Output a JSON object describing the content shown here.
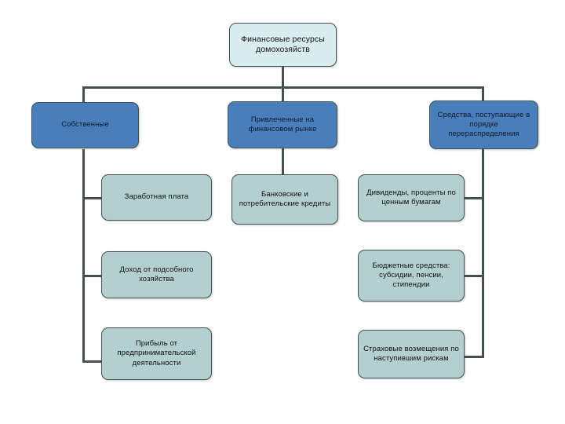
{
  "diagram": {
    "title_box": {
      "label": "Финансовые ресурсы домохозяйств"
    },
    "branches": [
      {
        "key": "own",
        "label": "Собственные",
        "children": [
          {
            "key": "salary",
            "label": "Заработная плата"
          },
          {
            "key": "subsidiary-farm-income",
            "label": "Доход от подсобного хозяйства"
          },
          {
            "key": "entrepreneurial-profit",
            "label": "Прибыль от предпринимательской деятельности"
          }
        ]
      },
      {
        "key": "raised-on-financial-market",
        "label": "Привлеченные на финансовом рынке",
        "children": [
          {
            "key": "bank-and-consumer-credits",
            "label": "Банковские и потребительские кредиты"
          }
        ]
      },
      {
        "key": "redistribution-funds",
        "label": "Средства, поступающие в порядке перераспределения",
        "children": [
          {
            "key": "dividends-securities-interest",
            "label": "Дивиденды, проценты по ценным бумагам"
          },
          {
            "key": "budget-funds",
            "label": "Бюджетные средства: субсидии, пенсии, стипендии"
          },
          {
            "key": "insurance-compensation",
            "label": "Страховые возмещения по наступившим рискам"
          }
        ]
      }
    ],
    "colors": {
      "root_fill": "#D9EDF0",
      "level1_fill": "#4A7EBB",
      "leaf_fill": "#B4CFD0",
      "connector": "#44514E",
      "border": "#44514E",
      "background": "#FFFFFF"
    }
  }
}
